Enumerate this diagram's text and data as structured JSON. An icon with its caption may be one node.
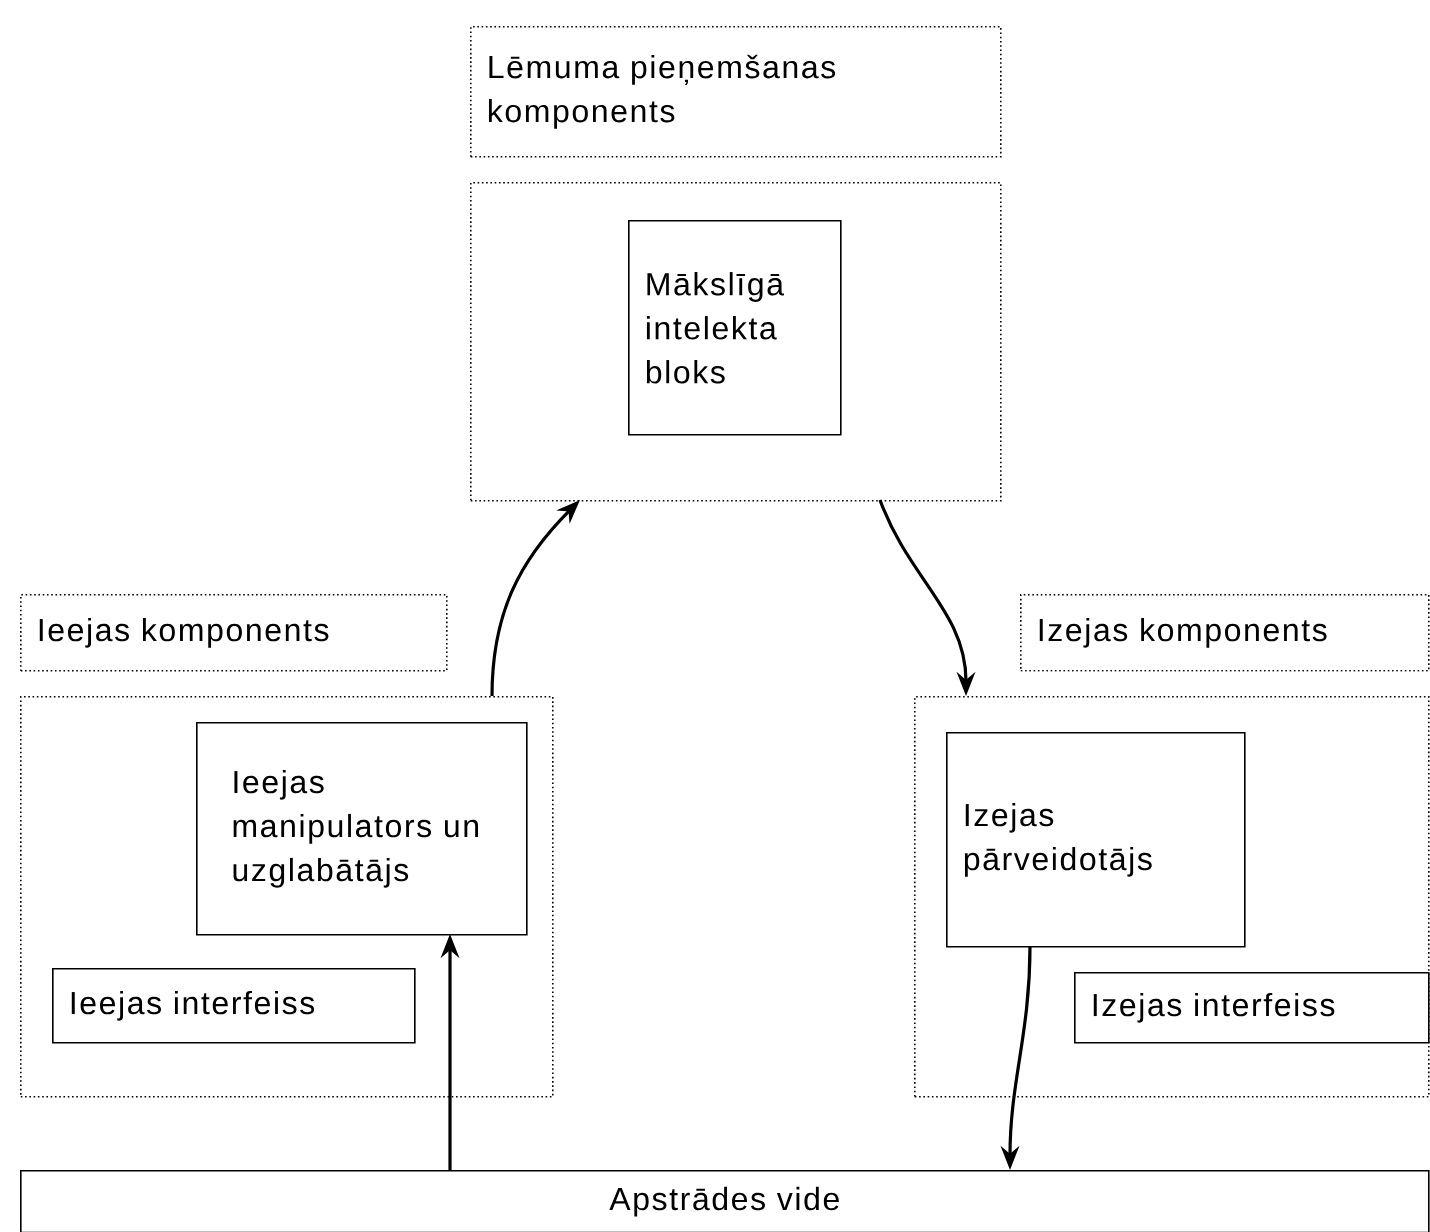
{
  "diagram": {
    "nodes": [
      {
        "text": [
          "Lēmuma pieņemšanas komponents"
        ]
      },
      {
        "text": [],
        "shape": "box"
      },
      {
        "text": [
          "Mākslīgā intelekta bloks"
        ],
        "in": 1
      },
      {
        "text": [
          "Ieejas komponents"
        ]
      },
      {
        "text": [],
        "shape": "box"
      },
      {
        "text": [
          "Ieejas manipulators un uzglabātājs"
        ],
        "in": 4
      },
      {
        "text": [
          "Ieejas interfeiss"
        ],
        "in": 4
      },
      {
        "text": [
          "Izejas komponents"
        ]
      },
      {
        "text": [],
        "shape": "box"
      },
      {
        "text": [
          "Izejas pārveidotājs"
        ],
        "in": 8
      },
      {
        "text": [
          "Izejas interfeiss"
        ],
        "in": 8
      },
      {
        "text": [
          "Apstrādes vide"
        ]
      }
    ],
    "edges": [
      {
        "from": 11,
        "to": 5,
        "arrow": "to"
      },
      {
        "from": 4,
        "to": 1,
        "arrow": "to"
      },
      {
        "from": 1,
        "to": 8,
        "arrow": "to"
      },
      {
        "from": 9,
        "to": 11,
        "arrow": "to"
      }
    ]
  }
}
